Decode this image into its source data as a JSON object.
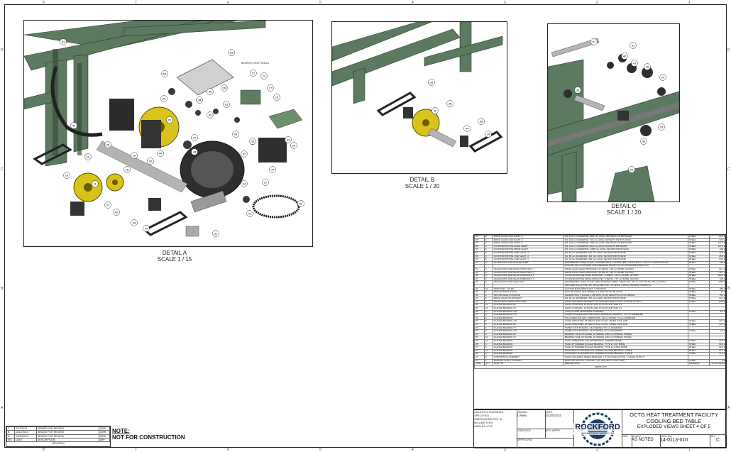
{
  "zones": {
    "top": [
      "8",
      "7",
      "6",
      "5",
      "4",
      "3",
      "2",
      "1"
    ],
    "left": [
      "D",
      "C",
      "B",
      "A"
    ]
  },
  "details": {
    "a": {
      "title": "DETAIL A",
      "scale": "SCALE 1 / 15",
      "callouts": [
        "51",
        "23",
        "54",
        "36",
        "21",
        "22",
        "17",
        "16",
        "35",
        "38",
        "52",
        "20",
        "26",
        "39",
        "45",
        "33",
        "40",
        "42",
        "48",
        "32",
        "53",
        "29",
        "44",
        "47",
        "27",
        "41",
        "30",
        "31",
        "25",
        "15",
        "19",
        "37",
        "42",
        "43",
        "34",
        "26",
        "49",
        "37",
        "10",
        "8"
      ],
      "label": "BEARING HEAT SHIELD"
    },
    "b": {
      "title": "DETAIL B",
      "scale": "SCALE 1 / 20",
      "callouts": [
        "33",
        "26",
        "36",
        "44",
        "38",
        "34"
      ]
    },
    "c": {
      "title": "DETAIL C",
      "scale": "SCALE 1 / 20",
      "callouts": [
        "57",
        "40",
        "41",
        "28",
        "29",
        "36",
        "33",
        "38",
        "41",
        "21"
      ]
    }
  },
  "bom": {
    "rows": [
      [
        "59",
        "6",
        "DRIVE CHAIN LINE SHAFT_3",
        "M1, 120 mm DIAMETER, 2800 mm LONG, KEYWAYS ON BOTH END",
        "STEEL",
        "96.5 kg"
      ],
      [
        "58",
        "6",
        "DRIVE CHAIN LINE SHAFT_2",
        "M1, 120 mm DIAMETER, 710 mm LONG, KEYWAYS ON BOTH END",
        "STEEL",
        "70.5 kg"
      ],
      [
        "57",
        "2",
        "DRIVE CHAIN LINE SHAFT_1",
        "M1, 120 mm DIAMETER, 1780 mm LONG, KEYWAYS ON BOTH END",
        "STEEL",
        "127.5 kg"
      ],
      [
        "56",
        "2",
        "COUNTER ROTATE IDLER SHAFT",
        "M1, 120 mm DIAMETER, 920 mm LONG, KEYWAYS BOTH END",
        "STEEL",
        "117.5 kg"
      ],
      [
        "55",
        "6",
        "COUNTER ROTATE DRIVE SHAFT",
        "M1, 170 mm DIAMETER, 1,288 mm LONG, KEYWAYS BOTH END",
        "STEEL",
        "210 kg"
      ],
      [
        "54",
        "6",
        "COUNTER ROTATE LINE SHAFT_3",
        "M1, 80 mm DIAMETER, 870 mm LONG, KEYWAYS BOTH END",
        "STEEL",
        "32.8 kg"
      ],
      [
        "53",
        "6",
        "COUNTER ROTATE LINE SHAFT_2",
        "M1, 80 mm DIAMETER, 422 mm LONG, KEYWAYS BOTH END",
        "STEEL",
        "26.8 kg"
      ],
      [
        "52",
        "6",
        "COUNTER ROTATE LINE SHAFT_1",
        "M1, 70 mm DIAMETER, 469 mm LONG, KEYWAYS BOTH END",
        "STEEL",
        "13.4 kg"
      ],
      [
        "51",
        "6",
        "TELESCOPIC ARM PUSHER TUBE",
        "ENGINEERED CABLE CHAIN, CARRIER LINKS, TOP ROLLER 3/4 INCH PITCH, 152 mm CARRY ROLLER",
        "STEEL",
        "780 kg"
      ],
      [
        "",
        "",
        "",
        "ROLLER, 150 mm ROLLER LINKS BEARING MOUNT 25 mm EXTENSIVE STRENGTH",
        "",
        ""
      ],
      [
        "50",
        "6",
        "TELESCOPIC ARM DRIVE SPROCKET_1",
        "DRIVE CHAIN GEAR SPROCKET, 20 TEETH, 125 mm BORE, KEYWAY",
        "STEEL",
        "30.7 kg"
      ],
      [
        "49",
        "6",
        "TELESCOPIC ARM DRIVE SPROCKET_2",
        "DRIVE CHAIN GEAR SPROCKET, 20 TEETH, 125 mm BORE, KEYWAY",
        "STEEL",
        "15.7 kg"
      ],
      [
        "48",
        "6",
        "TELESCOPIC ARM IDLER SPROCKET_1",
        "COUNTER ROTATE IDLER SPROCKET, 8 TEETH, 120 mm BORE, KEYWAY",
        "STEEL",
        "104.5 kg"
      ],
      [
        "47",
        "6",
        "TELESCOPIC ARM IDLER SPROCKET_2",
        "COUNTER ROTATE DRIVE SPROCKET, 8 TEETH, 170 mm BORE, KEYWAY",
        "STEEL",
        "128 kg"
      ],
      [
        "46",
        "6",
        "TELESCOPIC ARM GEAR SET",
        "ENGINEERED CABLE CHAIN, HEAT TREATED STEEL, DEEP LINK, 55 mm TOP PLATE, 180 mm PITCH",
        "STEEL",
        "1042 kg"
      ],
      [
        "",
        "",
        "",
        "MATCHED & SLOTTED, 96/ 440 kg PER LINK, 3.8 LINKS, 5,300 kg TENSILE STRENGTH",
        "",
        ""
      ],
      [
        "45",
        "24",
        "SPROCKET - IDLER",
        "CUSTOM MADE SPROCKET, 4 POCKETS",
        "STEEL",
        "688 kg"
      ],
      [
        "44",
        "6",
        "ROLLER DRIVE CHAIN",
        "ROLLER CHAIN, #120 SERIES, 1.5 INCH PITCH, 80 LINKS",
        "STEEL",
        "39 kg"
      ],
      [
        "43",
        "6",
        "MOTOR GEAR COUPLING",
        "GEARMOTOR, 3 PHASE, 1,450 RPM, 30 HP, REDUCTION 1/40, BRAKE",
        "STEEL",
        "374 kg"
      ],
      [
        "42",
        "6",
        "DRIVE CHAIN IDLER SHAFT",
        "M1, 80 mm DIAMETER, 470 mm LONG, KEYWAYS BOTH END",
        "STEEL",
        "32.4 kg"
      ],
      [
        "41",
        "6",
        "GEAR DRIVE SPEED REDUCER",
        "SHAFT MOUNTED GEARBOX, 40:1 DOUBLE REDUCTION, 3 STAGE OUTPUT",
        "STEEL",
        "1019 kg"
      ],
      [
        "40",
        "12",
        "FLANGE BEARING 80",
        "GEAR COUPLING, 10 PLUS HUB, 10 PLUS HUB, SIZE 1.5",
        "",
        ""
      ],
      [
        "39",
        "12",
        "FLANGE BEARING 70",
        "GEAR COUPLING, 10 PLUS HUB, 10 PLUS HUB, SIZE 2.0",
        "",
        ""
      ],
      [
        "38",
        "6",
        "FLANGE BEARING 120",
        "TORQUE ARM TENSIONER ASSEMBLY",
        "STEEL",
        "8.7 kg"
      ],
      [
        "37",
        "6",
        "FLANGE BEARING 170",
        "TAPER BUSHING ADAPTER SHAFT MOUNTED GEARBOX, 170 mm DIAMETER",
        "",
        ""
      ],
      [
        "36",
        "6",
        "FLANGE BEARING",
        "FOLLOWER ROLLER, LUBRICATED, 120 mm BORE, 70 mm DIAMETER",
        "",
        ""
      ],
      [
        "35",
        "6",
        "FLANGE BEARING 120",
        "CHAIN SPROCKET, 18 TEETH, #120 CHAIN, TAPER LOCK HUB",
        "STEEL",
        "10.7 kg"
      ],
      [
        "34",
        "6",
        "FLANGE BEARING 80",
        "CHAIN SPROCKET, 18 TEETH, #120 CHAIN, TAPER LOCK HUB",
        "STEEL",
        "10.7 kg"
      ],
      [
        "33",
        "6",
        "FLANGE BEARING 70",
        "TAPER LOCK BUSHING, 1610 SERIES, 80 mm DIAMETER",
        "",
        ""
      ],
      [
        "32",
        "6",
        "FLANGE BEARING 120",
        "TAPER LOCK BUSHING, 1610 SERIES, 70 mm DIAMETER",
        "STEEL",
        "3.9 kg"
      ],
      [
        "31",
        "6",
        "FLANGE BEARING 80",
        "BEARING TAKE UP FRAME, 2F SERIES, 180 mm NOMINAL TRAVEL",
        "",
        ""
      ],
      [
        "30",
        "12",
        "FLANGE BEARING 70",
        "BEARING TAKE UP FRAME, 2F SERIES, 180 mm NOMINAL TRAVEL",
        "",
        ""
      ],
      [
        "29",
        "12",
        "FLANGE BEARING",
        "TAKE UP BEARING, ROLLER BEARING, TAPERED BORE",
        "STEEL",
        "33.8 kg"
      ],
      [
        "28",
        "6",
        "FLANGE BEARING",
        "TAKE UP TAPERED ROLLER BEARING, TYPE E, 1 3/4 BORE",
        "STEEL",
        "34.6 kg"
      ],
      [
        "27",
        "6",
        "FLANGE BEARING",
        "TAKE UP TAPERED ROLLER BEARING, TYPE E, 2 INCH BORE",
        "STEEL",
        "34.6 kg"
      ],
      [
        "26",
        "12",
        "FLANGE BEARING",
        "FOUR BOLT FLANGE BLOCK TAPERED ROLLER BEARING, TYPE E",
        "STEEL",
        "22.4 kg"
      ],
      [
        "25",
        "6",
        "FLANGE BEARING",
        "FOUR BOLT FLANGE BLOCK TAPERED ROLLER BEARING, TYPE E",
        "STEEL",
        "17.9 kg"
      ],
      [
        "24",
        "6",
        "SUPPORTING ASSEMBLY",
        "SHAFT MOUNTED SPEED REDUCER, 1.5 INCH REDUCTION, 2 STAGE OUTPUT",
        "",
        ""
      ],
      [
        "23",
        "6",
        "BACKING SHAFT CONNECT",
        "ELECTRIC MOTOR, 3 PHASE, 2 HP, 1800 RPM, 60 HZ, TEFC",
        "STEEL",
        "9 kg"
      ],
      [
        "ITEM",
        "QTY",
        "PART NO.",
        "DESCRIPTION",
        "MATERIAL",
        "TOTAL WEIGHT"
      ]
    ],
    "parts_list": "PARTS LIST"
  },
  "title_block": {
    "project": "OCTG HEAT TREATMENT FACILITY",
    "subtitle": "COOLING BED TABLE",
    "sheet_title": "EXPLODED VIEWS SHEET 4 OF 5",
    "company": "ROCKFORD",
    "company_sub": "ENGINEERING WORKS LTD",
    "scale_label": "SCALE",
    "scale": "AS NOTED",
    "dwg_label": "DWG NO",
    "dwg": "14-0113-010",
    "size_label": "SIZE",
    "rev_label": "REV",
    "rev": "C",
    "drawn_label": "DRAWN",
    "drawn": "J.Wells",
    "date_label": "DATE",
    "date": "10/30/2014",
    "checked_label": "CHECKED",
    "approved_label": "APPROVED",
    "mfg_label": "MFG APPR",
    "tolerance": "UNLESS OTHERWISE SPECIFIED",
    "dims": "DIMENSIONS ARE IN MILLIMETERS",
    "angles": "ANGLES ±0.5°"
  },
  "revisions": {
    "rows": [
      [
        "C",
        "2/17/2015",
        "ISSUED FOR REVIEW",
        "JWW"
      ],
      [
        "B",
        "11/12/2014",
        "ISSUED FOR REVIEW",
        "JWW"
      ],
      [
        "A",
        "10/30/2014",
        "ISSUED FOR REVIEW",
        "JWW"
      ],
      [
        "NO",
        "DATE",
        "DESCRIPTION",
        "APP"
      ]
    ],
    "footer": "REVISION"
  },
  "note": {
    "label": "NOTE:",
    "text": "NOT FOR CONSTRUCTION"
  }
}
